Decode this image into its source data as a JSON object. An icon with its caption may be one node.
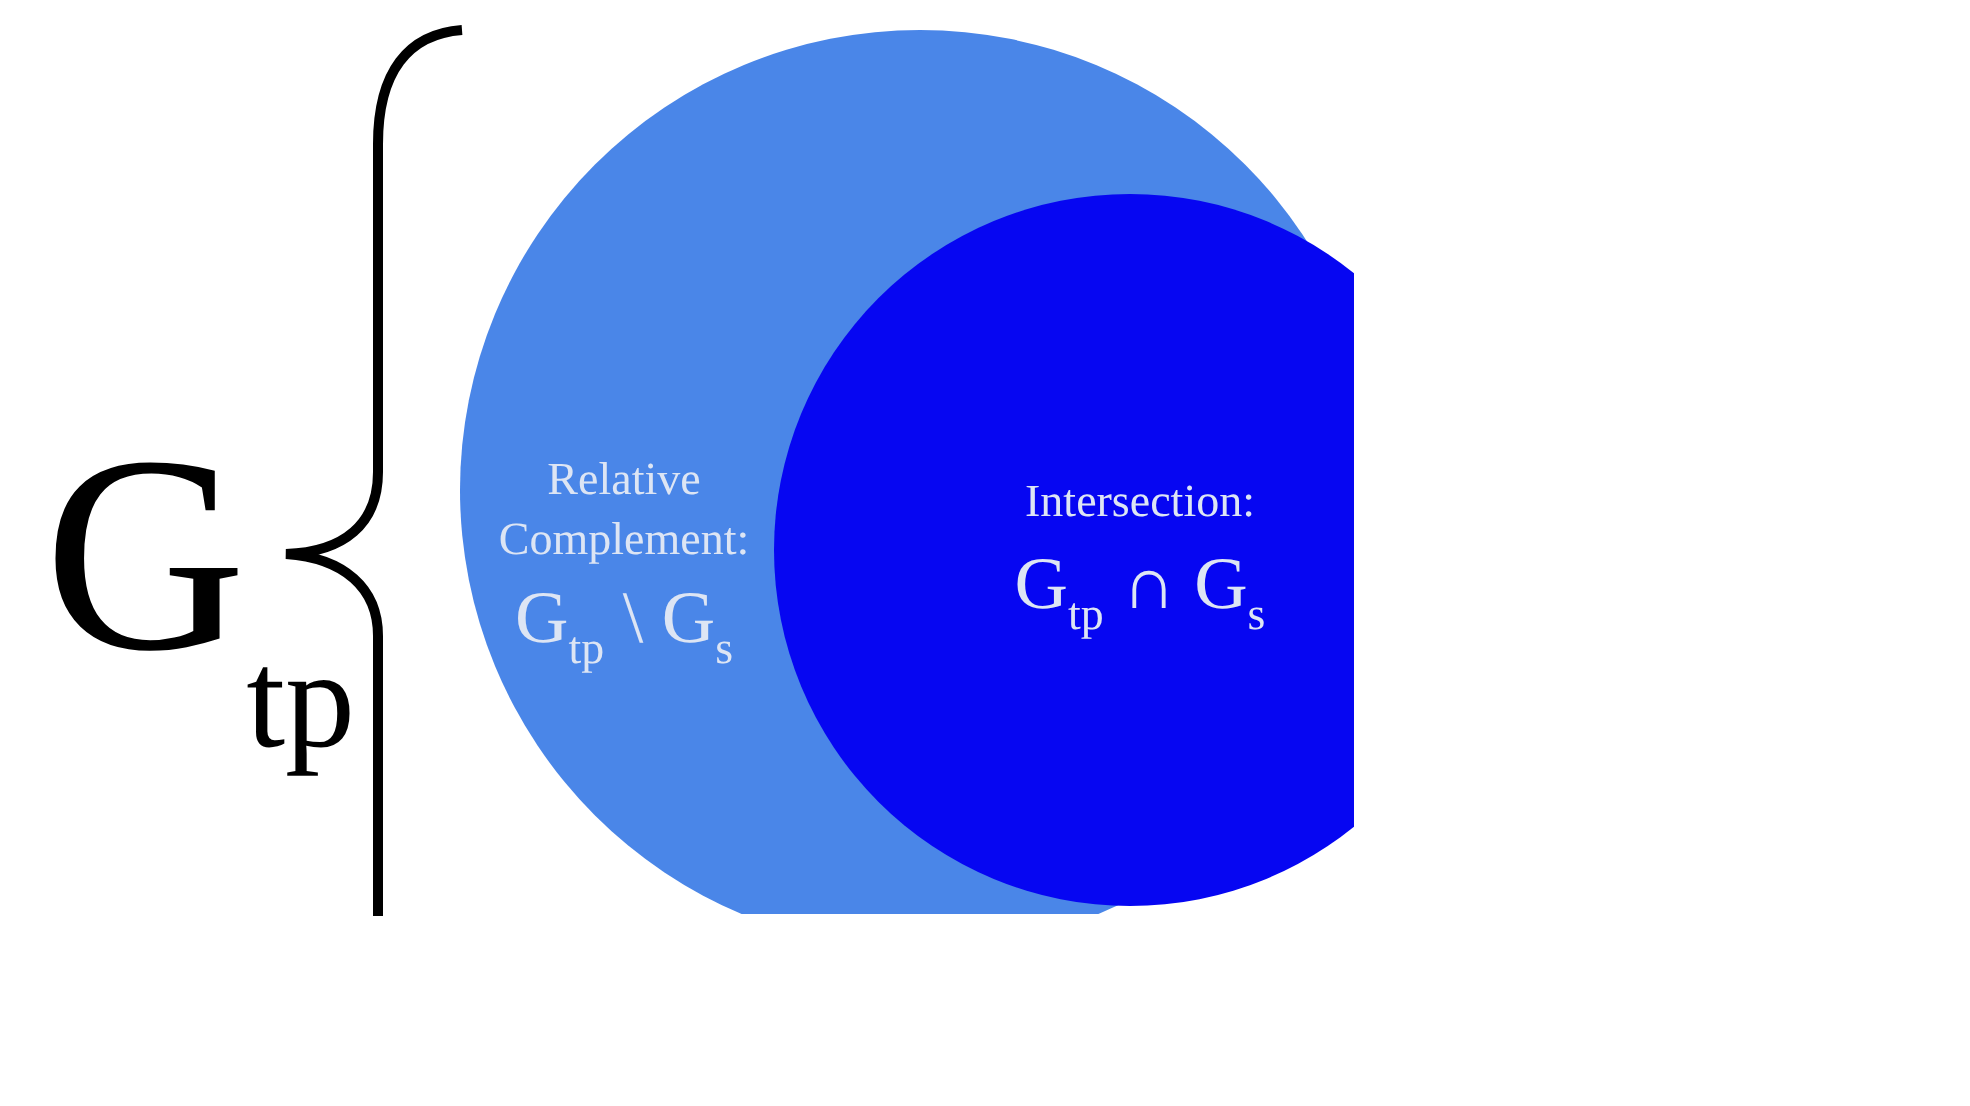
{
  "diagram": {
    "nodes": [
      {
        "text": [
          "Relative Complement:",
          "G$_{tp}$ \\ G$_{s}$"
        ]
      },
      {
        "text": [
          "Intersection:",
          "G$_{tp}$ ∩ G$_{s}$"
        ],
        "in": 0
      }
    ],
    "labels": [
      "G$_{tp}$"
    ]
  }
}
